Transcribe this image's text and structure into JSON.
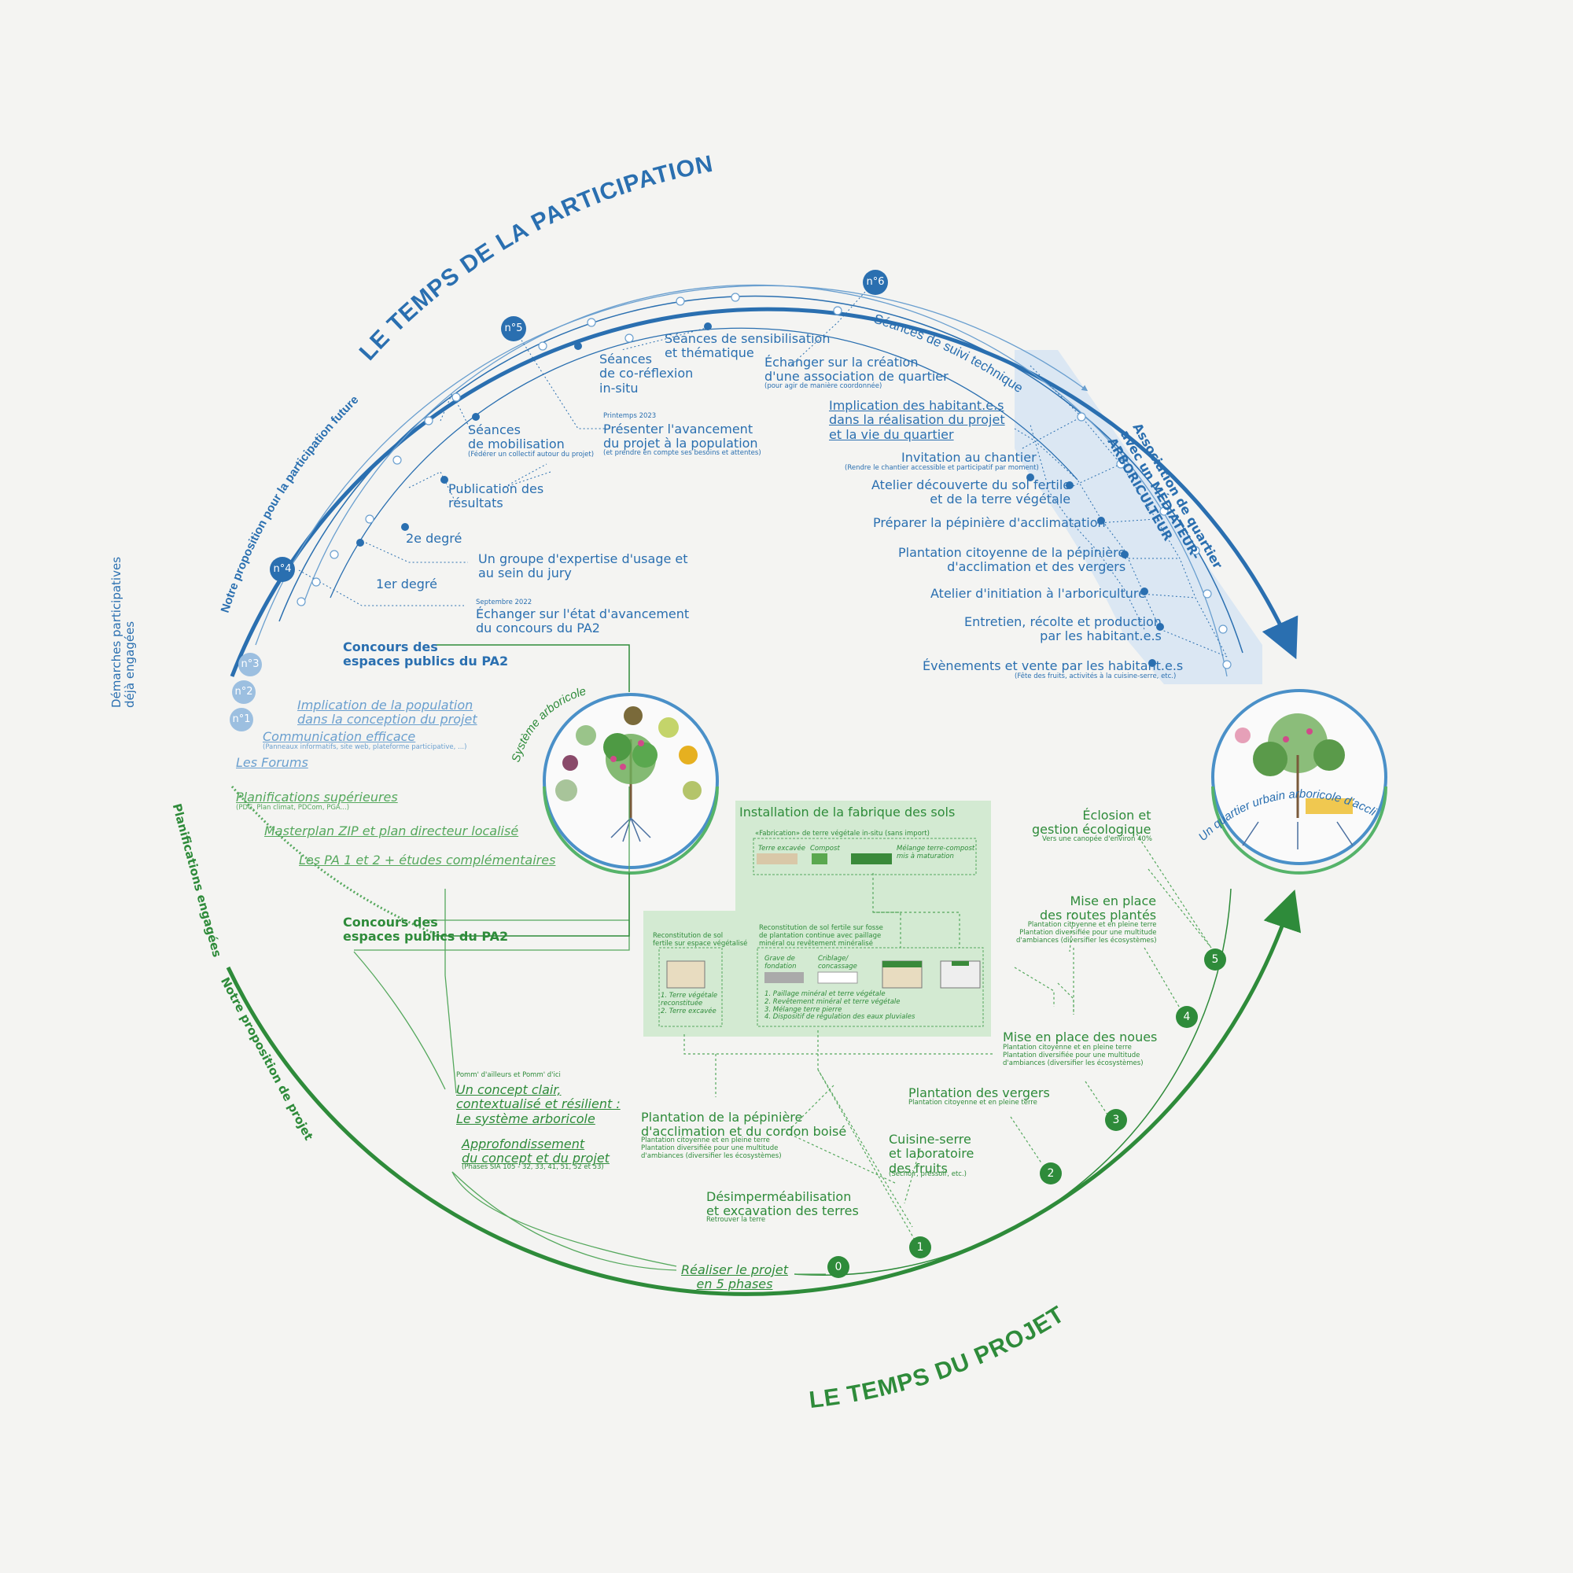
{
  "colors": {
    "blue": "#2a6fb0",
    "light_blue": "#6a9fcf",
    "green": "#2e8b3a",
    "light_green": "#55a85d",
    "panel_green": "#d3ead2",
    "panel_blue": "#dbe7f3"
  },
  "titles": {
    "participation": "LE TEMPS DE LA PARTICIPATION",
    "projet": "LE TEMPS DU PROJET"
  },
  "arc_labels": {
    "future": "Notre proposition pour la participation future",
    "proposition_projet": "Notre proposition de projet",
    "demarches": "Démarches participatives déjà engagées",
    "planifications": "Planifications engagées",
    "suivi": "Séances de suivi technique",
    "association": "Association de quartier avec un MÉDIATEUR-ARBORICULTEUR",
    "quartier": "Un quartier urbain arboricole d'acclimatation pour l'ensemble du vivant",
    "systeme": "Système arboricole"
  },
  "badges": {
    "n6": "n°6",
    "n5": "n°5",
    "n4": "n°4",
    "n3": "n°3",
    "n2": "n°2",
    "n1": "n°1"
  },
  "participation": {
    "sensibilisation": "Séances de sensibilisation\net thématique",
    "creation_title": "Échanger sur la création\nd'une association de quartier",
    "creation_sub": "(pour agir de manière coordonnée)",
    "coreflexion": "Séances\nde co-réflexion\nin-situ",
    "printemps": "Printemps 2023",
    "presenter": "Présenter l'avancement\ndu projet à la population",
    "presenter_sub": "(et prendre en compte ses besoins et attentes)",
    "mobilisation": "Séances\nde mobilisation",
    "mobilisation_sub": "(Fédérer un collectif autour du projet)",
    "publication": "Publication des\nrésultats",
    "degre2": "2e degré",
    "degre1": "1er degré",
    "groupe": "Un groupe d'expertise d'usage et\nau sein du jury",
    "septembre": "Septembre 2022",
    "echanger": "Échanger sur l'état d'avancement\ndu concours du PA2",
    "concours1": "Concours des\nespaces publics du PA2",
    "implication_pop": "Implication de la population\ndans la conception du projet",
    "communication": "Communication efficace",
    "communication_sub": "(Panneaux informatifs, site web, plateforme participative, ...)",
    "forums": "Les Forums"
  },
  "right_list": {
    "implication": "Implication des habitant.e.s\ndans la réalisation du projet\net la vie du quartier",
    "invitation": "Invitation au chantier",
    "invitation_sub": "(Rendre le chantier accessible et participatif par moment)",
    "atelier_sol": "Atelier découverte du sol fertile\net de la terre végétale",
    "pepiniere": "Préparer la pépinière d'acclimatation",
    "plantation": "Plantation citoyenne de la pépinière\nd'acclimation et des vergers",
    "arbo": "Atelier d'initiation à l'arboriculture",
    "entretien": "Entretien, récolte et production\npar les habitant.e.s",
    "evenements": "Évènements et vente par les habitant.e.s",
    "evenements_sub": "(Fête des fruits, activités à la cuisine-serre, etc.)"
  },
  "planif": {
    "superieures": "Planifications supérieures",
    "superieures_sub": "(PDC, Plan climat, PDCom, PGA...)",
    "masterplan": "Masterplan ZIP et plan directeur localisé",
    "pa12": "Les PA 1 et 2 + études complémentaires",
    "concours2": "Concours des\nespaces publics du PA2"
  },
  "projet": {
    "pomm": "Pomm' d'ailleurs et Pomm' d'ici",
    "concept": "Un concept clair,\ncontextualisé et résilient :\nLe système arboricole",
    "approfondissement": "Approfondissement\ndu concept et du projet",
    "approfondissement_sub": "(Phases SIA 105 - 32, 33, 41, 51, 52 et 53)",
    "realiser": "Réaliser le projet\nen 5 phases",
    "desimper": "Désimperméabilisation\net excavation des terres",
    "desimper_sub": "Retrouver la terre",
    "pepiniere": "Plantation de la pépinière\nd'acclimation et du cordon boisé",
    "pepiniere_sub": "Plantation citoyenne et en pleine terre\nPlantation diversifiée pour une multitude\nd'ambiances (diversifier les écosystèmes)",
    "cuisine": "Cuisine-serre\net laboratoire\ndes fruits",
    "cuisine_sub": "(Séchoir, pressoir, etc.)",
    "vergers": "Plantation des vergers",
    "vergers_sub": "Plantation citoyenne et en pleine terre",
    "noues": "Mise en place des noues",
    "noues_sub": "Plantation citoyenne et en pleine terre\nPlantation diversifiée pour une multitude\nd'ambiances (diversifier les écosystèmes)",
    "routes": "Mise en place\ndes routes plantés",
    "routes_sub": "Plantation citoyenne et en pleine terre\nPlantation diversifiée pour une multitude\nd'ambiances (diversifier les écosystèmes)",
    "eclosion": "Éclosion et\ngestion écologique",
    "eclosion_sub": "Vers une canopée d'environ 40%",
    "phases": [
      "0",
      "1",
      "2",
      "3",
      "4",
      "5"
    ]
  },
  "fabrique": {
    "title": "Installation de la fabrique des sols",
    "fabrication": "«Fabrication» de terre végétale in-situ (sans import)",
    "terre": "Terre excavée",
    "compost": "Compost",
    "melange": "Mélange terre-compost\nmis à maturation",
    "recon1": "Reconstitution de sol\nfertile sur espace végétalisé",
    "recon1_list": "1. Terre végétale\nreconstituée\n2. Terre excavée",
    "recon2": "Reconstitution de sol fertile sur fosse\nde plantation continue avec paillage\nminéral ou revêtement minéralisé",
    "grave": "Grave de\nfondation",
    "criblage": "Criblage/\nconcassage",
    "recon2_list": "1. Paillage minéral et terre végétale\n2. Revêtement minéral et terre végétale\n3. Mélange terre pierre\n4. Dispositif de régulation des eaux pluviales"
  }
}
